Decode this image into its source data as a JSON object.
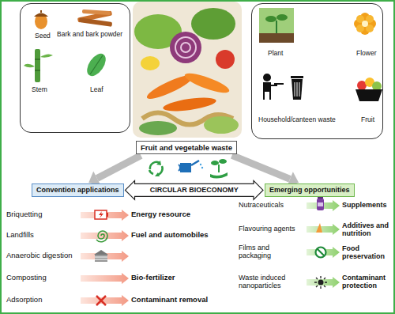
{
  "diagram": {
    "nodes": [
      {
        "text": [
          "Seed",
          "Bark and bark powder",
          "Stem",
          "Leaf"
        ]
      },
      {
        "text": [
          "Plant",
          "Flower",
          "Household/canteen waste",
          "Fruit"
        ]
      },
      {
        "text": [
          "Fruit and vegetable waste"
        ]
      },
      {
        "text": [
          "Convention applications"
        ]
      },
      {
        "text": [
          "Emerging opportunities"
        ]
      }
    ],
    "edges": [
      {
        "from": 2,
        "to": 3,
        "arrow": "to"
      },
      {
        "from": 2,
        "to": 4,
        "arrow": "to"
      },
      {
        "from": 3,
        "to": 4,
        "label": "CIRCULAR BIOECONOMY",
        "arrow": "both"
      }
    ],
    "labels": [
      "Briquetting",
      "Energy resource",
      "Landfills",
      "Fuel and automobiles",
      "Anaerobic digestion",
      "Composting",
      "Bio-fertilizer",
      "Adsorption",
      "Contaminant removal",
      "Nutraceuticals",
      "Supplements",
      "Flavouring agents",
      "Additives and nutrition",
      "Films and packaging",
      "Food preservation",
      "Waste induced nanoparticles",
      "Contaminant protection"
    ]
  }
}
